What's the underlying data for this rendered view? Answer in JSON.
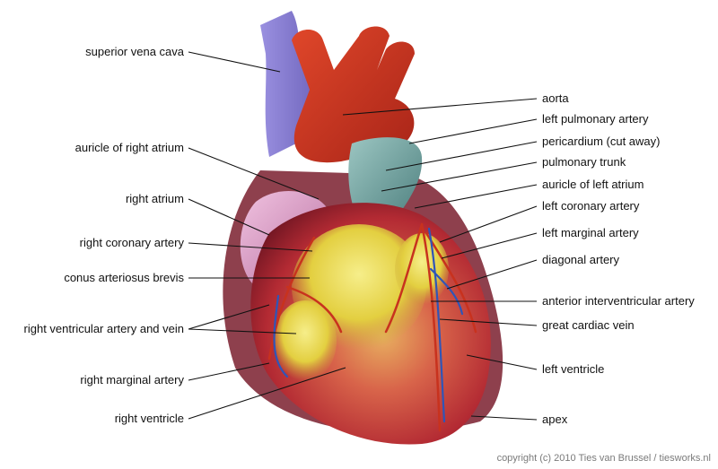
{
  "labels_left": [
    "superior vena cava",
    "auricle of right atrium",
    "right atrium",
    "right coronary artery",
    "conus arteriosus brevis",
    "right ventricular artery and vein",
    "right marginal artery",
    "right ventricle"
  ],
  "labels_right": [
    "aorta",
    "left pulmonary artery",
    "pericardium (cut away)",
    "pulmonary trunk",
    "auricle of left atrium",
    "left coronary artery",
    "left marginal artery",
    "diagonal artery",
    "anterior interventricular artery",
    "great cardiac vein",
    "left ventricle",
    "apex"
  ],
  "copyright": "copyright (c) 2010 Ties van Brussel / tiesworks.nl",
  "colors": {
    "vein": "#7d73c8",
    "artery": "#c8321e",
    "pulmonary": "#6e9c9a",
    "muscle": "#b5222e",
    "fat": "#e8d84a",
    "atrium": "#d88fbf"
  }
}
